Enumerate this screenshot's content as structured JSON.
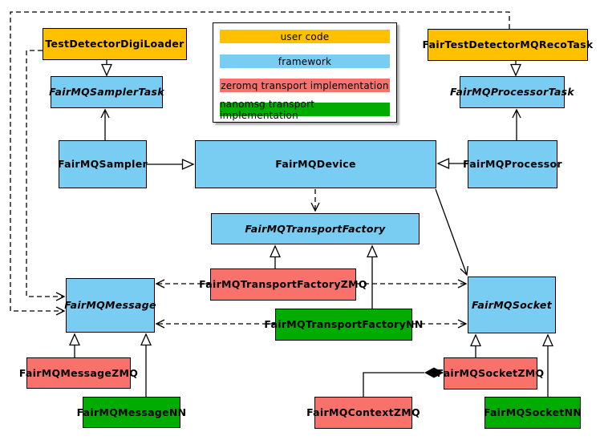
{
  "diagram": {
    "colors": {
      "user": "#FFC000",
      "framework": "#79CCF2",
      "zeromq": "#F9716B",
      "nanomsg": "#01AC01"
    },
    "legend": {
      "rows": [
        {
          "label": "user code",
          "type": "user"
        },
        {
          "label": "framework",
          "type": "framework"
        },
        {
          "label": "zeromq transport implementation",
          "type": "zeromq"
        },
        {
          "label": "nanomsg transport implementation",
          "type": "nanomsg"
        }
      ]
    },
    "boxes": {
      "testDetectorDigiLoader": {
        "label": "TestDetectorDigiLoader",
        "type": "user",
        "abstract": false
      },
      "fairTestDetectorMQRecoTask": {
        "label": "FairTestDetectorMQRecoTask",
        "type": "user",
        "abstract": false
      },
      "fairMQSamplerTask": {
        "label": "FairMQSamplerTask",
        "type": "framework",
        "abstract": true
      },
      "fairMQProcessorTask": {
        "label": "FairMQProcessorTask",
        "type": "framework",
        "abstract": true
      },
      "fairMQSampler": {
        "label": "FairMQSampler",
        "type": "framework",
        "abstract": false
      },
      "fairMQDevice": {
        "label": "FairMQDevice",
        "type": "framework",
        "abstract": false
      },
      "fairMQProcessor": {
        "label": "FairMQProcessor",
        "type": "framework",
        "abstract": false
      },
      "fairMQTransportFactory": {
        "label": "FairMQTransportFactory",
        "type": "framework",
        "abstract": true
      },
      "fairMQTransportFactoryZMQ": {
        "label": "FairMQTransportFactoryZMQ",
        "type": "zeromq",
        "abstract": false
      },
      "fairMQTransportFactoryNN": {
        "label": "FairMQTransportFactoryNN",
        "type": "nanomsg",
        "abstract": false
      },
      "fairMQMessage": {
        "label": "FairMQMessage",
        "type": "framework",
        "abstract": true
      },
      "fairMQSocket": {
        "label": "FairMQSocket",
        "type": "framework",
        "abstract": true
      },
      "fairMQMessageZMQ": {
        "label": "FairMQMessageZMQ",
        "type": "zeromq",
        "abstract": false
      },
      "fairMQMessageNN": {
        "label": "FairMQMessageNN",
        "type": "nanomsg",
        "abstract": false
      },
      "fairMQSocketZMQ": {
        "label": "FairMQSocketZMQ",
        "type": "zeromq",
        "abstract": false
      },
      "fairMQSocketNN": {
        "label": "FairMQSocketNN",
        "type": "nanomsg",
        "abstract": false
      },
      "fairMQContextZMQ": {
        "label": "FairMQContextZMQ",
        "type": "zeromq",
        "abstract": false
      }
    }
  }
}
